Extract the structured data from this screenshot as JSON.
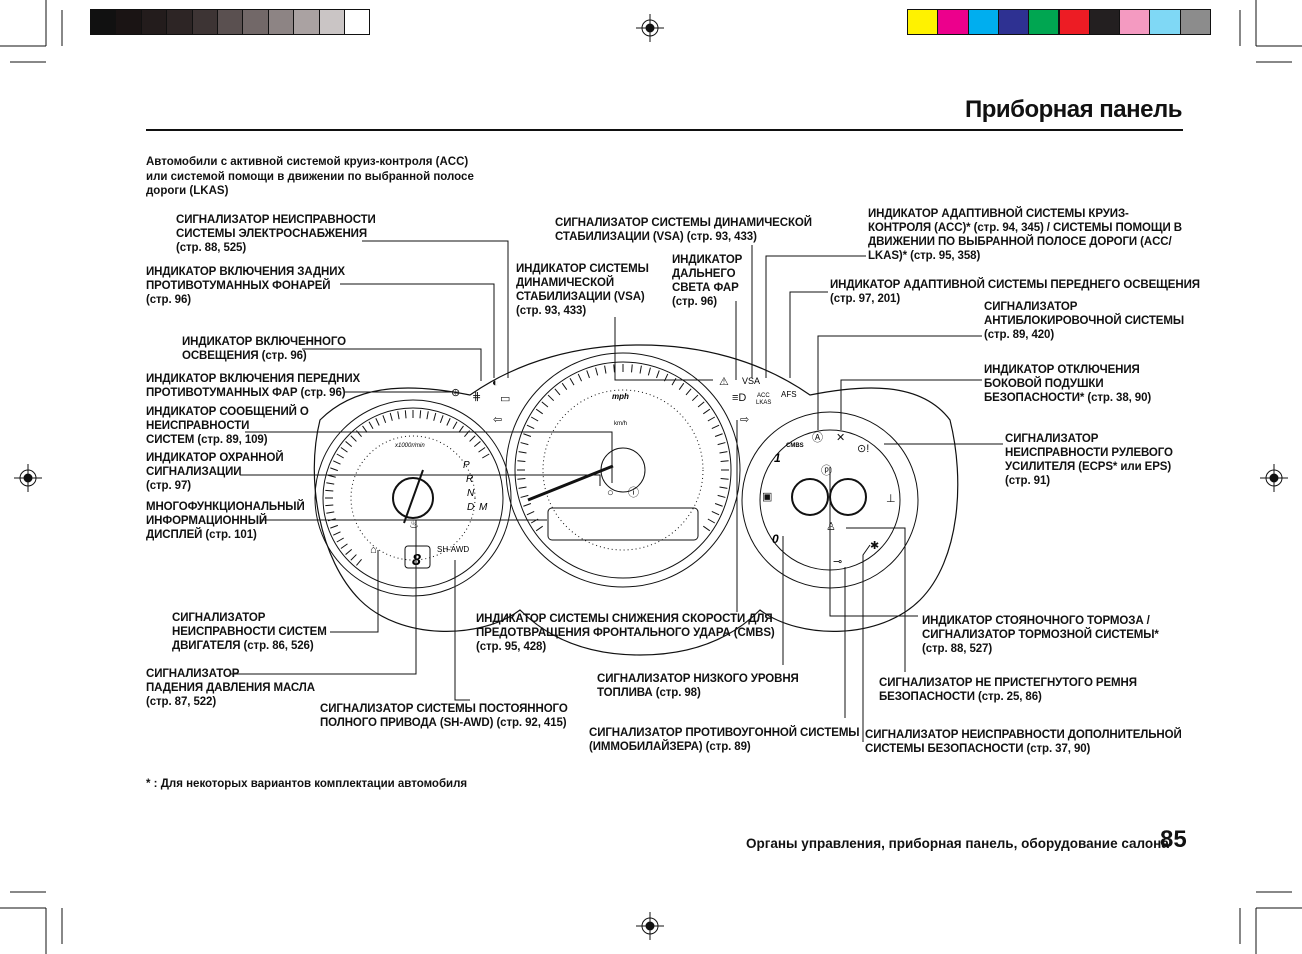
{
  "page": {
    "title": "Приборная панель",
    "intro": "Автомобили с активной системой круиз-контроля (ACC)\nили системой помощи в движении по выбранной полосе\nдороги (LKAS)",
    "footnote": "* : Для некоторых вариантов комплектации автомобиля",
    "footer_section": "Органы управления, приборная панель, оборудование салона",
    "page_number": "85"
  },
  "color_bars": {
    "grays": [
      "#111111",
      "#1a1414",
      "#231c1c",
      "#2d2525",
      "#3d3434",
      "#5a5050",
      "#726868",
      "#8d8484",
      "#aaa2a2",
      "#cac5c5",
      "#ffffff"
    ],
    "process": [
      "#fff200",
      "#ec008c",
      "#00aeef",
      "#2e3192",
      "#00a651",
      "#ed1c24",
      "#231f20",
      "#f49ac1",
      "#7fd8f5",
      "#8c8c8c"
    ]
  },
  "callouts": {
    "elec": "СИГНАЛИЗАТОР НЕИСПРАВНОСТИ\nСИСТЕМЫ ЭЛЕКТРОСНАБЖЕНИЯ\n(стр. 88, 525)",
    "rear_fog": "ИНДИКАТОР ВКЛЮЧЕНИЯ ЗАДНИХ\nПРОТИВОТУМАННЫХ ФОНАРЕЙ\n(стр. 96)",
    "lights_on": "ИНДИКАТОР ВКЛЮЧЕННОГО\nОСВЕЩЕНИЯ (стр. 96)",
    "front_fog": "ИНДИКАТОР ВКЛЮЧЕНИЯ ПЕРЕДНИХ\nПРОТИВОТУМАННЫХ ФАР (стр. 96)",
    "sys_msg": "ИНДИКАТОР СООБЩЕНИЙ О\nНЕИСПРАВНОСТИ\nСИСТЕМ (стр. 89, 109)",
    "security": "ИНДИКАТОР ОХРАННОЙ\nСИГНАЛИЗАЦИИ\n(стр. 97)",
    "mid": "МНОГОФУНКЦИОНАЛЬНЫЙ\nИНФОРМАЦИОННЫЙ\nДИСПЛЕЙ (стр. 101)",
    "engine": "СИГНАЛИЗАТОР\nНЕИСПРАВНОСТИ СИСТЕМ\nДВИГАТЕЛЯ (стр. 86, 526)",
    "oil": "СИГНАЛИЗАТОР\nПАДЕНИЯ ДАВЛЕНИЯ МАСЛА\n(стр. 87, 522)",
    "shawd": "СИГНАЛИЗАТОР СИСТЕМЫ ПОСТОЯННОГО\nПОЛНОГО ПРИВОДА (SH-AWD) (стр. 92, 415)",
    "vsa_warn": "СИГНАЛИЗАТОР СИСТЕМЫ ДИНАМИЧЕСКОЙ\nСТАБИЛИЗАЦИИ (VSA) (стр. 93, 433)",
    "vsa_ind": "ИНДИКАТОР СИСТЕМЫ\nДИНАМИЧЕСКОЙ\nСТАБИЛИЗАЦИИ (VSA)\n(стр. 93, 433)",
    "high_beam": "ИНДИКАТОР\nДАЛЬНЕГО\nСВЕТА ФАР\n(стр. 96)",
    "acc_lkas": "ИНДИКАТОР АДАПТИВНОЙ СИСТЕМЫ КРУИЗ-\nКОНТРОЛЯ (ACC)* (стр. 94, 345) / СИСТЕМЫ ПОМОЩИ В\nДВИЖЕНИИ ПО ВЫБРАННОЙ ПОЛОСЕ ДОРОГИ (ACC/\nLKAS)* (стр. 95, 358)",
    "afs": "ИНДИКАТОР АДАПТИВНОЙ СИСТЕМЫ ПЕРЕДНЕГО ОСВЕЩЕНИЯ\n(стр. 97, 201)",
    "abs": "СИГНАЛИЗАТОР\nАНТИБЛОКИРОВОЧНОЙ СИСТЕМЫ\n(стр. 89, 420)",
    "airbag_off": "ИНДИКАТОР ОТКЛЮЧЕНИЯ\nБОКОВОЙ ПОДУШКИ\nБЕЗОПАСНОСТИ* (стр. 38, 90)",
    "eps": "СИГНАЛИЗАТОР\nНЕИСПРАВНОСТИ РУЛЕВОГО\nУСИЛИТЕЛЯ (ECPS* или EPS)\n(стр. 91)",
    "cmbs": "ИНДИКАТОР СИСТЕМЫ СНИЖЕНИЯ СКОРОСТИ ДЛЯ\nПРЕДОТВРАЩЕНИЯ ФРОНТАЛЬНОГО УДАРА (CMBS)\n(стр. 95, 428)",
    "fuel": "СИГНАЛИЗАТОР НИЗКОГО УРОВНЯ\nТОПЛИВА (стр. 98)",
    "immobilizer": "СИГНАЛИЗАТОР ПРОТИВОУГОННОЙ СИСТЕМЫ\n(ИММОБИЛАЙЗЕРА) (стр. 89)",
    "parking": "ИНДИКАТОР СТОЯНОЧНОГО ТОРМОЗА /\nСИГНАЛИЗАТОР ТОРМОЗНОЙ СИСТЕМЫ*\n(стр. 88, 527)",
    "seatbelt": "СИГНАЛИЗАТОР НЕ ПРИСТЕГНУТОГО РЕМНЯ\nБЕЗОПАСНОСТИ (стр. 25, 86)",
    "srs": "СИГНАЛИЗАТОР НЕИСПРАВНОСТИ ДОПОЛНИТЕЛЬНОЙ\nСИСТЕМЫ БЕЗОПАСНОСТИ (стр. 37, 90)"
  },
  "cluster": {
    "speed_unit": "mph",
    "speed_unit2": "km/h",
    "tach_unit": "x1000r/min",
    "gears": [
      "P",
      "R",
      "N",
      "D",
      "M"
    ],
    "gear_display": "8",
    "shawd_label": "SH-AWD",
    "vsa_label": "VSA",
    "acc_label": "ACC",
    "lkas_label": "LKAS",
    "afs_label": "AFS",
    "cmbs_label": "CMBS",
    "gauge_hi": "1",
    "gauge_lo": "0"
  }
}
